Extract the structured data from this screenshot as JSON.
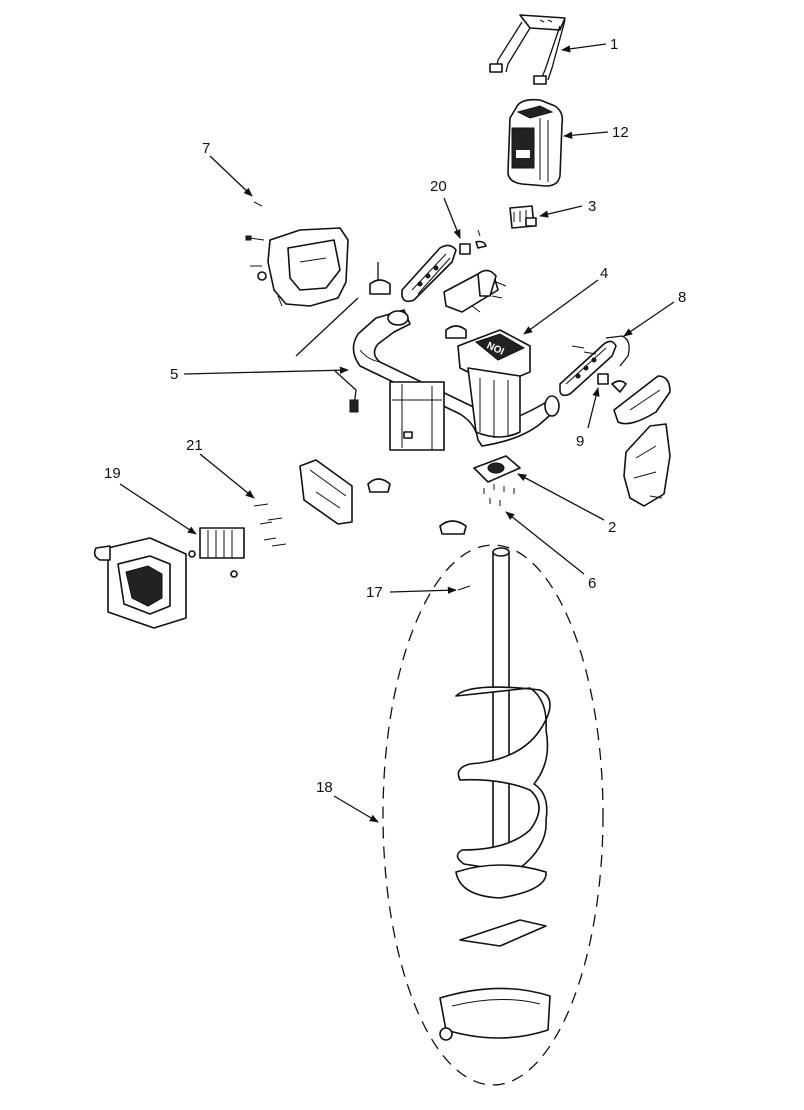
{
  "callouts": [
    {
      "key": "c1",
      "label": "1"
    },
    {
      "key": "c12",
      "label": "12"
    },
    {
      "key": "c3",
      "label": "3"
    },
    {
      "key": "c20",
      "label": "20"
    },
    {
      "key": "c7",
      "label": "7"
    },
    {
      "key": "c4",
      "label": "4"
    },
    {
      "key": "c8",
      "label": "8"
    },
    {
      "key": "c5",
      "label": "5"
    },
    {
      "key": "c9",
      "label": "9"
    },
    {
      "key": "c21",
      "label": "21"
    },
    {
      "key": "c19",
      "label": "19"
    },
    {
      "key": "c2",
      "label": "2"
    },
    {
      "key": "c6",
      "label": "6"
    },
    {
      "key": "c17",
      "label": "17"
    },
    {
      "key": "c18",
      "label": "18"
    }
  ],
  "motor_logo_text": "NOI"
}
